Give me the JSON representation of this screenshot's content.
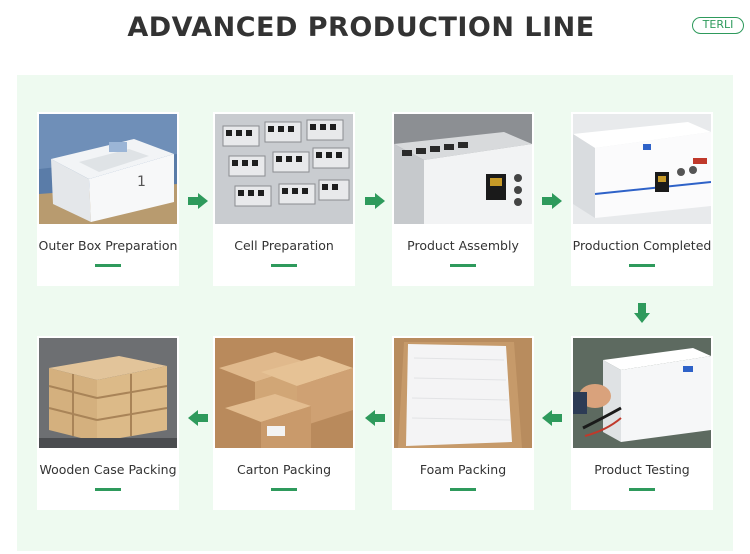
{
  "header": {
    "title": "ADVANCED PRODUCTION LINE",
    "brand": "TERLI"
  },
  "colors": {
    "accent": "#2e9a5c",
    "panel_bg": "#eefaf0",
    "text": "#333333"
  },
  "steps": [
    {
      "label": "Outer Box Preparation",
      "icon": "white-box-photo"
    },
    {
      "label": "Cell  Preparation",
      "icon": "battery-cells-photo"
    },
    {
      "label": "Product  Assembly",
      "icon": "assembly-photo"
    },
    {
      "label": "Production Completed",
      "icon": "finished-unit-photo"
    },
    {
      "label": "Product Testing",
      "icon": "testing-photo"
    },
    {
      "label": "Foam Packing",
      "icon": "foam-photo"
    },
    {
      "label": "Carton Packing",
      "icon": "carton-photo"
    },
    {
      "label": "Wooden Case Packing",
      "icon": "wooden-crate-photo"
    }
  ],
  "arrows": [
    "arrow-right-icon",
    "arrow-down-icon",
    "arrow-left-icon"
  ]
}
